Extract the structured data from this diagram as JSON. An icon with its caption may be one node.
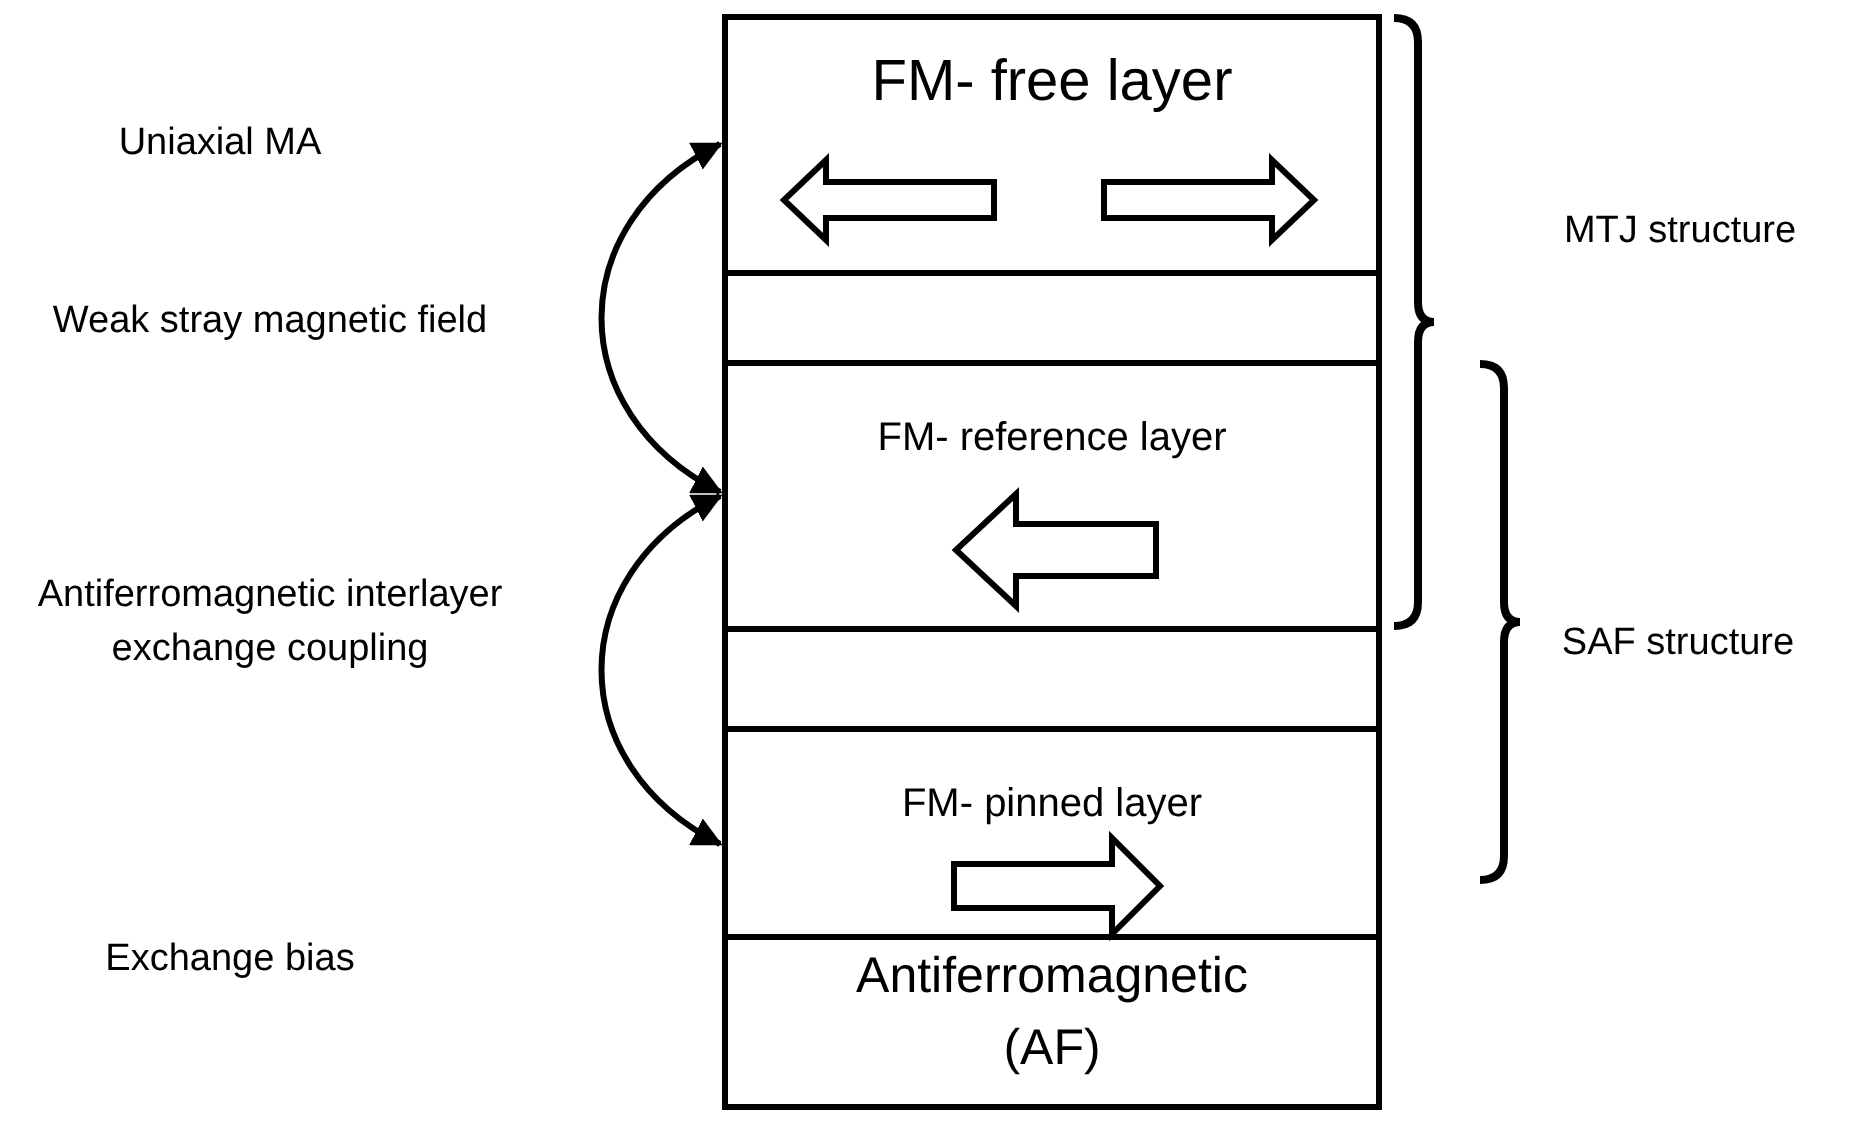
{
  "diagram": {
    "nodes": [
      {
        "text": [
          "FM- free layer"
        ]
      },
      {
        "text": [],
        "shape": "box"
      },
      {
        "text": [
          "FM- reference layer"
        ]
      },
      {
        "text": [],
        "shape": "box"
      },
      {
        "text": [
          "FM- pinned layer"
        ]
      },
      {
        "text": [
          "Antiferromagnetic (AF)"
        ]
      }
    ],
    "edges": [
      {
        "from": 0,
        "to": 2,
        "arrow": "both"
      },
      {
        "from": 2,
        "to": 4,
        "arrow": "both"
      }
    ],
    "labels": [
      "Uniaxial MA",
      "Weak stray magnetic field",
      "MTJ structure",
      "SAF structure",
      "Antiferromagnetic interlayer exchange coupling",
      "Exchange bias"
    ]
  }
}
